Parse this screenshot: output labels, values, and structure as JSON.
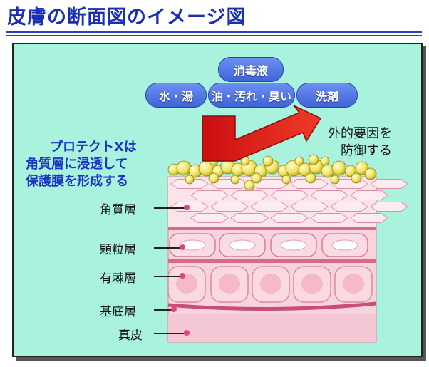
{
  "title": "皮膚の断面図のイメージ図",
  "threats": {
    "top": "消毒液",
    "row": [
      "水・湯",
      "油・汚れ・臭い",
      "洗剤"
    ]
  },
  "callout": {
    "left": [
      "プロテクトXは",
      "角質層に浸透して",
      "保護膜を形成する"
    ],
    "right": [
      "外的要因を",
      "防御する"
    ]
  },
  "layers": [
    "角質層",
    "顆粒層",
    "有棘層",
    "基底層",
    "真皮"
  ],
  "colors": {
    "title": "#1a2fb5",
    "panel": "#a9f2dd",
    "pill": "#4a6fe0",
    "arrow": "#e01818",
    "droplet": "#f2e85a",
    "skin": "#f6cdd7",
    "membrane": "#d8698e"
  }
}
